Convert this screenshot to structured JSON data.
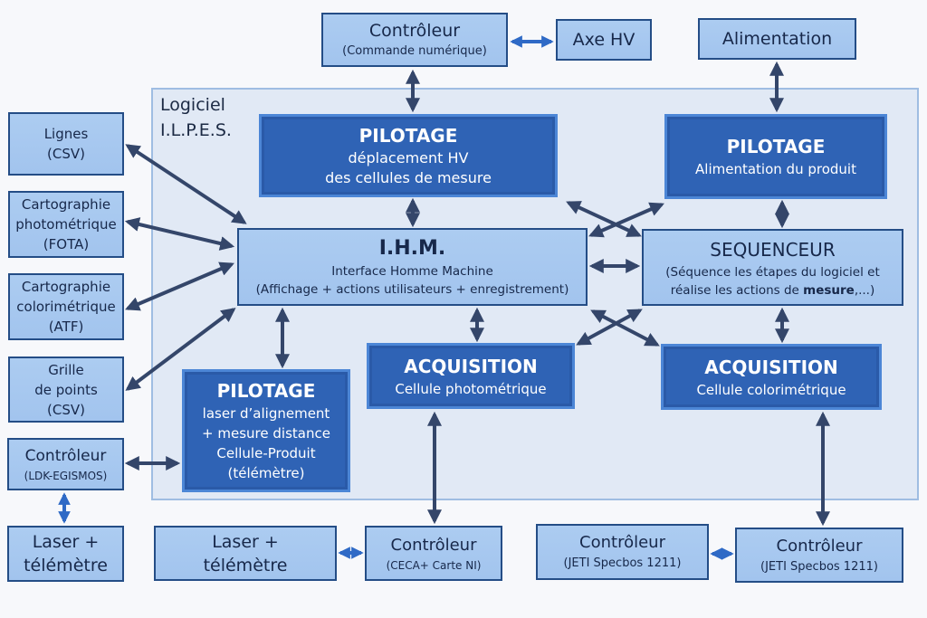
{
  "software": {
    "label": "Logiciel\nI.L.P.E.S."
  },
  "top": {
    "controleur_cn": {
      "title": "Contrôleur",
      "subtitle": "(Commande numérique)"
    },
    "axe_hv": {
      "title": "Axe HV"
    },
    "alimentation": {
      "title": "Alimentation"
    }
  },
  "left": {
    "lignes": {
      "line1": "Lignes",
      "line2": "(CSV)"
    },
    "carto_photo": {
      "line1": "Cartographie",
      "line2": "photométrique",
      "line3": "(FOTA)"
    },
    "carto_colo": {
      "line1": "Cartographie",
      "line2": "colorimétrique",
      "line3": "(ATF)"
    },
    "grille": {
      "line1": "Grille",
      "line2": "de points",
      "line3": "(CSV)"
    },
    "controleur_ldk": {
      "title": "Contrôleur",
      "subtitle": "(LDK-EGISMOS)"
    },
    "laser_left": {
      "line1": "Laser +",
      "line2": "télémètre"
    }
  },
  "modules": {
    "pilotage_hv": {
      "title": "PILOTAGE",
      "line1": "déplacement HV",
      "line2": "des cellules de mesure"
    },
    "pilotage_alim": {
      "title": "PILOTAGE",
      "line1": "Alimentation du produit"
    },
    "ihm": {
      "title": "I.H.M.",
      "line1": "Interface Homme Machine",
      "line2": "(Affichage + actions utilisateurs + enregistrement)"
    },
    "sequenceur": {
      "title": "SEQUENCEUR",
      "line1": "(Séquence les étapes du logiciel et",
      "line2_pre": "réalise les actions de ",
      "line2_bold": "mesure",
      "line2_post": ",...)"
    },
    "pilotage_laser": {
      "title": "PILOTAGE",
      "line1": "laser d’alignement",
      "line2": "+ mesure distance",
      "line3": "Cellule-Produit",
      "line4": "(télémètre)"
    },
    "acq_photo": {
      "title": "ACQUISITION",
      "line1": "Cellule photométrique"
    },
    "acq_colo": {
      "title": "ACQUISITION",
      "line1": "Cellule colorimétrique"
    }
  },
  "bottom": {
    "laser_center": {
      "line1": "Laser +",
      "line2": "télémètre"
    },
    "controleur_ceca": {
      "title": "Contrôleur",
      "subtitle": "(CECA+ Carte NI)"
    },
    "controleur_jeti1": {
      "title": "Contrôleur",
      "subtitle": "(JETI Specbos 1211)"
    },
    "controleur_jeti2": {
      "title": "Contrôleur",
      "subtitle": "(JETI Specbos 1211)"
    }
  },
  "colors": {
    "arrow_dark": "#34466a",
    "arrow_blue": "#2f6ac6",
    "light_box": "#a8c9f0",
    "dark_box": "#2f63b5"
  }
}
